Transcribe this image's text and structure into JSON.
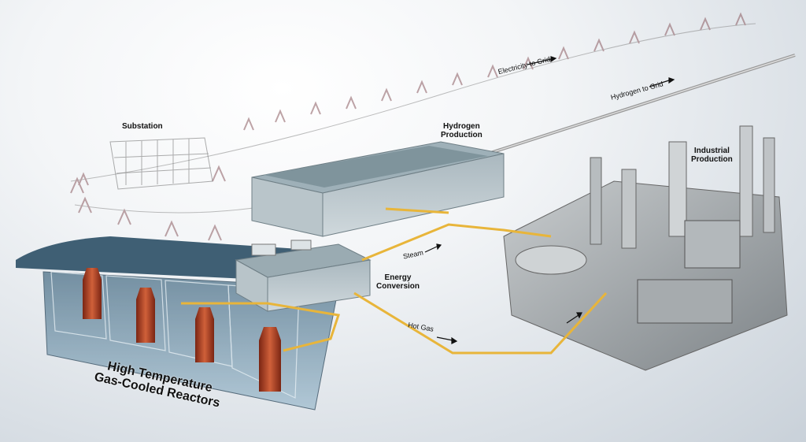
{
  "labels": {
    "electricity_to_grid": "Electricity to Grid",
    "hydrogen_to_grid": "Hydrogen to Grid",
    "substation": "Substation",
    "hydrogen_production": [
      "Hydrogen",
      "Production"
    ],
    "industrial_production": [
      "Industrial",
      "Production"
    ],
    "steam": "Steam",
    "energy_conversion": [
      "Energy",
      "Conversion"
    ],
    "hot_gas": "Hot Gas",
    "reactors": [
      "High Temperature",
      "Gas-Cooled Reactors"
    ]
  },
  "colors": {
    "pipe": "#e8b53a",
    "reactor_vessel": "#b5452a",
    "building": "#8fa3ad",
    "reactor_building": "#6f93a8"
  }
}
